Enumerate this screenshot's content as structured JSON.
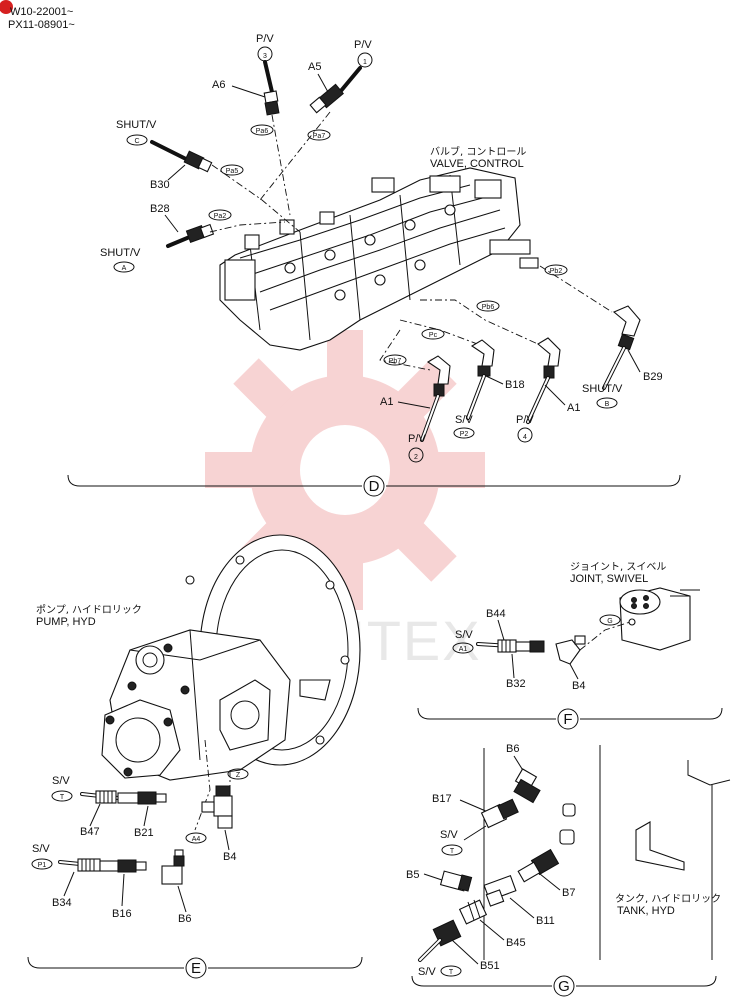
{
  "serial_numbers": [
    "W10-22001~",
    "PX11-08901~"
  ],
  "watermark": "ИНТЕХ",
  "sections": {
    "D": {
      "letter": "D",
      "valve_label_jp": "バルブ, コントロール",
      "valve_label_en": "VALVE, CONTROL",
      "labels": {
        "pv3_title": "P/V",
        "pv3_num": "3",
        "a6": "A6",
        "pa6": "Pa6",
        "pv1_title": "P/V",
        "pv1_num": "1",
        "a5": "A5",
        "pa7": "Pa7",
        "shutc_title": "SHUT/V",
        "shutc_letter": "C",
        "b30": "B30",
        "pa5": "Pa5",
        "b28": "B28",
        "pa2": "Pa2",
        "shuta_title": "SHUT/V",
        "shuta_letter": "A",
        "pb2": "Pb2",
        "pb6": "Pb6",
        "pc": "Pc",
        "pb7": "Pb7",
        "b29": "B29",
        "shutb_title": "SHUT/V",
        "shutb_letter": "B",
        "b18": "B18",
        "a1_left": "A1",
        "a1_right": "A1",
        "sv_p2_title": "S/V",
        "sv_p2_tag": "P2",
        "pv4_title": "P/V",
        "pv4_num": "4",
        "pv2_title": "P/V",
        "pv2_num": "2"
      }
    },
    "E": {
      "letter": "E",
      "pump_label_jp": "ポンプ, ハイドロリック",
      "pump_label_en": "PUMP, HYD",
      "labels": {
        "sv_t_title": "S/V",
        "sv_t_tag": "T",
        "b47": "B47",
        "b21": "B21",
        "sv_p1_title": "S/V",
        "sv_p1_tag": "P1",
        "b34": "B34",
        "b16": "B16",
        "b6": "B6",
        "b4": "B4",
        "a4": "A4",
        "z": "Z"
      }
    },
    "F": {
      "letter": "F",
      "joint_label_jp": "ジョイント, スイベル",
      "joint_label_en": "JOINT, SWIVEL",
      "labels": {
        "b44": "B44",
        "sv_title": "S/V",
        "sv_tag": "A1",
        "b32": "B32",
        "b4": "B4",
        "g": "G"
      }
    },
    "G": {
      "letter": "G",
      "tank_label_jp": "タンク, ハイドロリック",
      "tank_label_en": "TANK, HYD",
      "labels": {
        "b6": "B6",
        "b17": "B17",
        "sv_title": "S/V",
        "sv_tag": "T",
        "b5": "B5",
        "b7": "B7",
        "b11": "B11",
        "b45": "B45",
        "b51": "B51",
        "sv_bottom_title": "S/V",
        "sv_bottom_tag": "T"
      }
    }
  },
  "colors": {
    "ink": "#111111",
    "watermark": "#f6cccc",
    "serial_badge": "#d62020"
  }
}
